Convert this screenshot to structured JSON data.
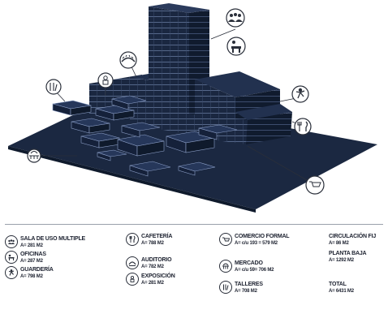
{
  "legend": {
    "sala": {
      "name": "SALA DE USO MULTIPLE",
      "area": "A= 281 M2",
      "icon": "people-group-icon"
    },
    "oficinas": {
      "name": "OFICINAS",
      "area": "A= 287 M2",
      "icon": "office-desk-icon"
    },
    "guarderia": {
      "name": "GUARDERÍA",
      "area": "A= 798 M2",
      "icon": "child-icon"
    },
    "cafeteria": {
      "name": "CAFETERÍA",
      "area": "A= 788 M2",
      "icon": "fork-knife-icon"
    },
    "auditorio": {
      "name": "AUDITORIO",
      "area": "A= 782 M2",
      "icon": "auditorium-icon"
    },
    "exposicion": {
      "name": "EXPOSICIÓN",
      "area": "A= 281 M2",
      "icon": "exhibition-icon"
    },
    "comercio": {
      "name": "COMERCIO FORMAL",
      "area": "A= c/u 193 = 579 M2",
      "icon": "shopping-cart-icon"
    },
    "mercado": {
      "name": "MERCADO",
      "area": "A= c/u 59= 706 M2",
      "icon": "market-icon"
    },
    "talleres": {
      "name": "TALLERES",
      "area": "A= 708 M2",
      "icon": "workshop-icon"
    },
    "circulacion": {
      "name": "CIRCULACIÓN FIJ",
      "area": "A= 86 M2"
    },
    "planta": {
      "name": "PLANTA BAJA",
      "area": "A= 1292 M2"
    },
    "total": {
      "name": "TOTAL",
      "area": "A= 6431 M2"
    }
  },
  "colors": {
    "navy": "#1a2740",
    "navy_dark": "#0f1a2c",
    "navy_light": "#263554",
    "line": "#8da0c8"
  }
}
